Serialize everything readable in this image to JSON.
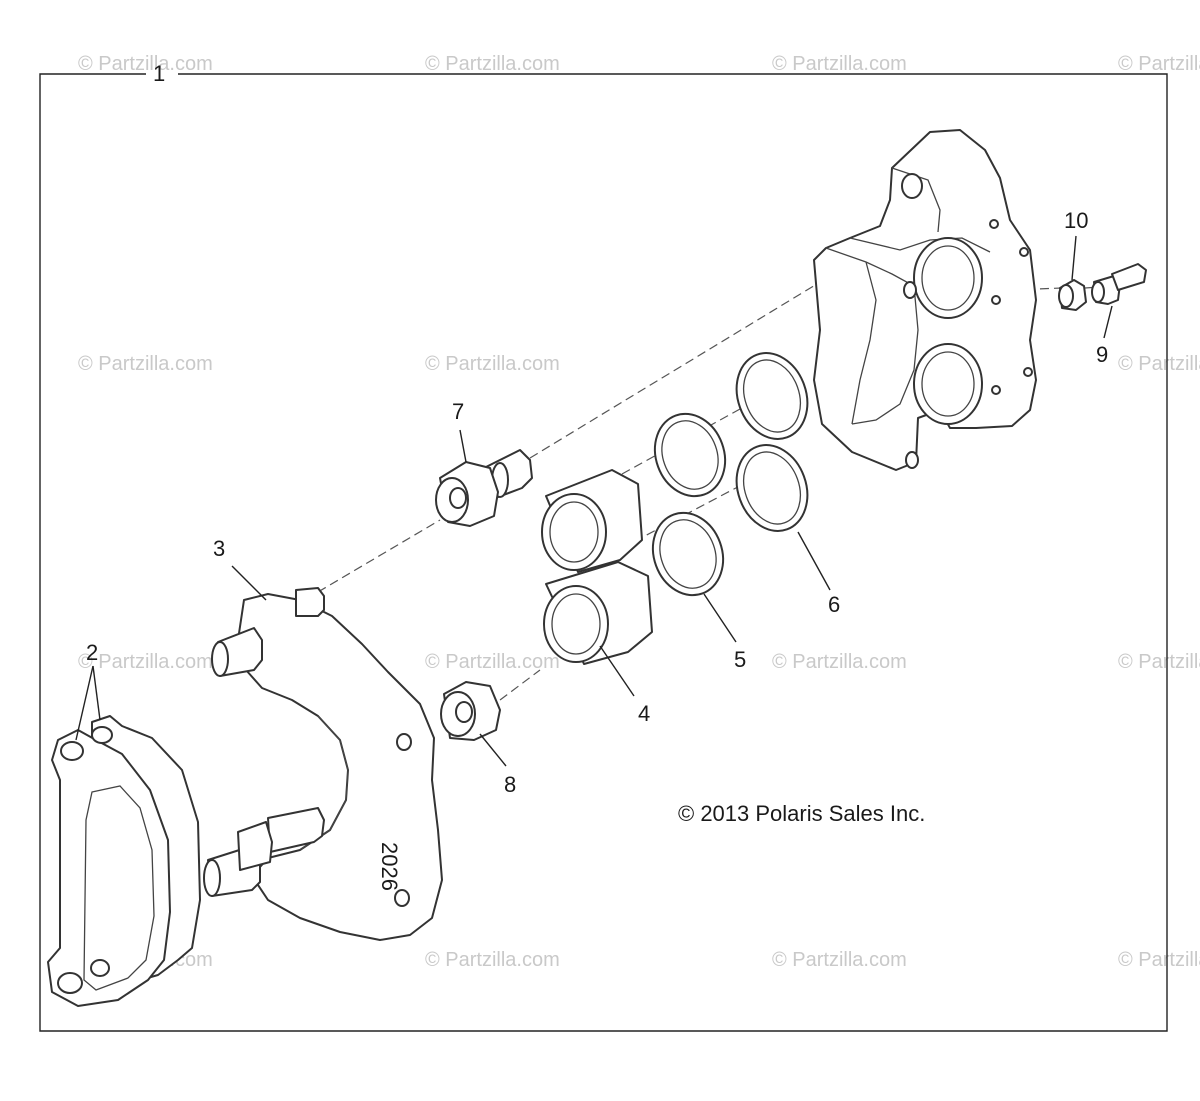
{
  "callouts": {
    "c1": "1",
    "c2": "2",
    "c3": "3",
    "c4": "4",
    "c5": "5",
    "c6": "6",
    "c7": "7",
    "c8": "8",
    "c9": "9",
    "c10": "10"
  },
  "copyright": "© 2013 Polaris Sales Inc.",
  "watermark": "© Partzilla.com",
  "bracket_stamp": "2026"
}
